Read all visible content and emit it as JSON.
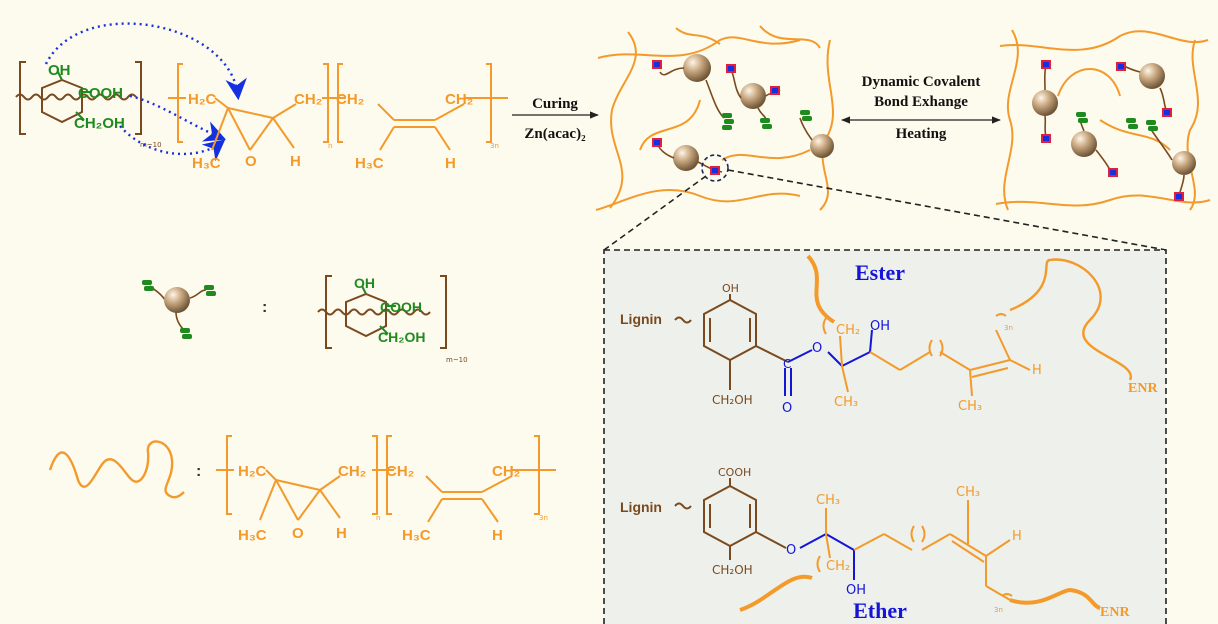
{
  "colors": {
    "background": "#fdfaee",
    "lignin_brown": "#7a4a1e",
    "lignin_green": "#1f8a1f",
    "enr_orange": "#f39a2b",
    "link_blue": "#1515d8",
    "arrow_blue": "#1530e0",
    "inset_bg": "#eef0ec",
    "particle": "#c9a982",
    "crosslink_red": "#e0203a"
  },
  "top": {
    "lignin": {
      "oh": "OH",
      "cooh": "COOH",
      "ch2oh": "CH₂OH",
      "repeat": "m~10"
    },
    "enr": {
      "h2c": "H₂C",
      "ch2_a": "CH₂",
      "ch2_b": "CH₂",
      "ch2_c": "CH₂",
      "h3c_a": "H₃C",
      "o": "O",
      "h_a": "H",
      "h3c_b": "H₃C",
      "h_b": "H",
      "n1": "n",
      "n2": "3n"
    },
    "curing_line1": "Curing",
    "curing_line2": "Zn(acac)₂",
    "exchange_line1": "Dynamic Covalent",
    "exchange_line2": "Bond Exhange",
    "exchange_line3": "Heating"
  },
  "legend": {
    "colon1": ":",
    "lignin_oh": "OH",
    "lignin_cooh": "COOH",
    "lignin_ch2oh": "CH₂OH",
    "lignin_repeat": "m~10",
    "colon2": ":",
    "enr_h2c": "H₂C",
    "enr_ch2_a": "CH₂",
    "enr_ch2_b": "CH₂",
    "enr_ch2_c": "CH₂",
    "enr_h3c_a": "H₃C",
    "enr_o": "O",
    "enr_h_a": "H",
    "enr_h3c_b": "H₃C",
    "enr_h_b": "H",
    "enr_n1": "n",
    "enr_n2": "3n"
  },
  "inset": {
    "ester_title": "Ester",
    "ether_title": "Ether",
    "ester": {
      "lignin": "Lignin",
      "oh_top": "OH",
      "ch2oh": "CH₂OH",
      "c": "C",
      "o_link": "O",
      "o_dbl": "O",
      "ch2": "CH₂",
      "oh": "OH",
      "ch3_a": "CH₃",
      "ch3_b": "CH₃",
      "h": "H",
      "n3": "3n",
      "enr": "ENR"
    },
    "ether": {
      "lignin": "Lignin",
      "cooh": "COOH",
      "ch2oh": "CH₂OH",
      "o_link": "O",
      "ch3_a": "CH₃",
      "ch3_b": "CH₃",
      "ch2": "CH₂",
      "oh": "OH",
      "h": "H",
      "n3": "3n",
      "enr": "ENR"
    }
  }
}
